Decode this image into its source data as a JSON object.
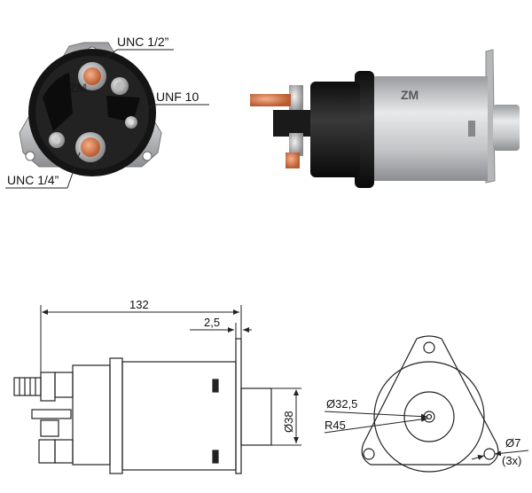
{
  "labels": {
    "thread_top": "UNC 1/2”",
    "thread_small": "UNF 10",
    "thread_bottom": "UNC 1/4”"
  },
  "dimensions": {
    "length_total": "132",
    "flange": "2,5",
    "body_diameter": "Ø38",
    "plunger_diameter": "Ø32,5",
    "bolt_radius": "R45",
    "hole_diameter": "Ø7",
    "hole_count": "(3x)"
  },
  "watermark": "ZM",
  "colors": {
    "body_black": "#1b1b1b",
    "steel": "#c9cacc",
    "copper": "#d9774a",
    "line": "#222222"
  }
}
